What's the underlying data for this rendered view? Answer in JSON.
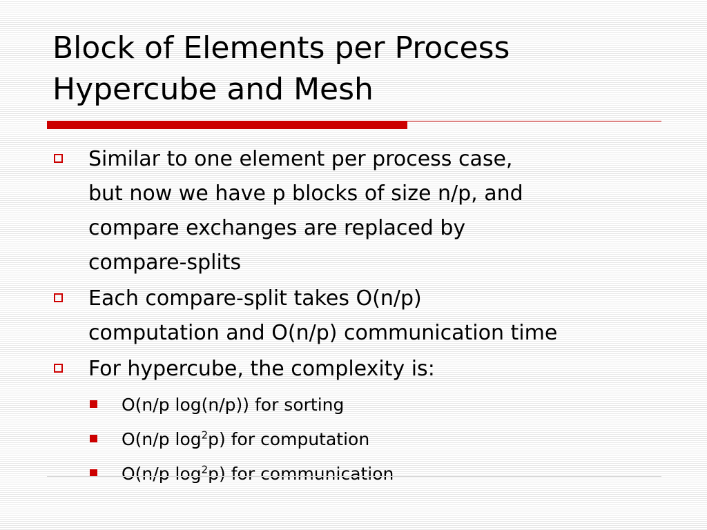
{
  "slide": {
    "title_line1": "Block of Elements per Process",
    "title_line2": "Hypercube and Mesh",
    "bullets": [
      {
        "lines": [
          "Similar to one element per process case,",
          "but now we have p blocks of size n/p, and",
          "compare exchanges are replaced by",
          "compare-splits"
        ]
      },
      {
        "lines": [
          "Each compare-split takes O(n/p)",
          "computation and O(n/p) communication time"
        ]
      },
      {
        "lines": [
          "For hypercube, the complexity is:"
        ]
      }
    ],
    "subbullets": [
      {
        "pre": "O(n/p log(n/p)) for sorting",
        "sup": "",
        "post": ""
      },
      {
        "pre": "O(n/p log",
        "sup": "2",
        "post": "p) for computation"
      },
      {
        "pre": "O(n/p log",
        "sup": "2",
        "post": "p) for communication"
      }
    ],
    "colors": {
      "accent": "#cc0000",
      "text": "#000000",
      "stripe": "#e8e8e8"
    }
  }
}
